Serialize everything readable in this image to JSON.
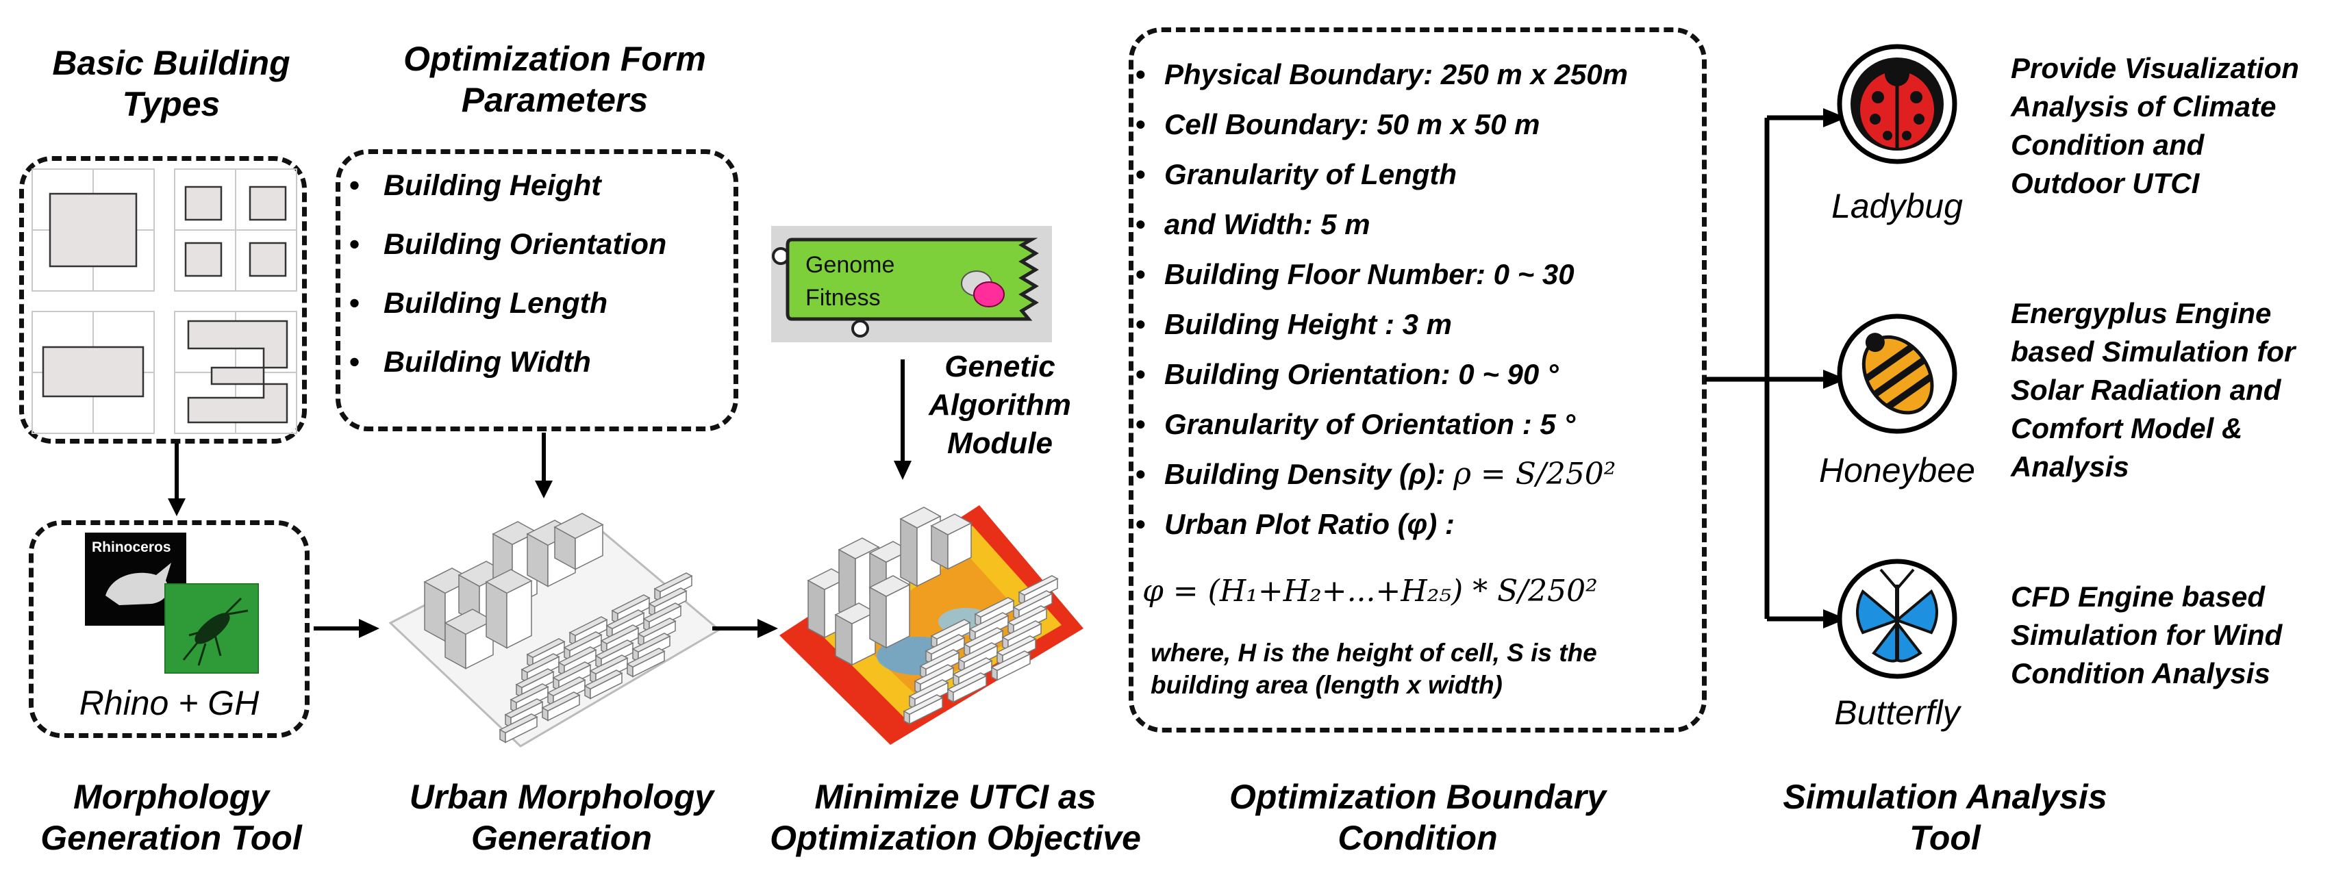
{
  "stage1": {
    "title_line1": "Basic Building",
    "title_line2": "Types",
    "caption_line1": "Morphology",
    "caption_line2": "Generation Tool",
    "tool_label": "Rhino + GH",
    "rhino_logo_text": "Rhinoceros"
  },
  "stage2": {
    "title_line1": "Optimization Form",
    "title_line2": "Parameters",
    "params": [
      "Building Height",
      "Building Orientation",
      "Building Length",
      "Building Width"
    ],
    "caption_line1": "Urban Morphology",
    "caption_line2": "Generation"
  },
  "stage3": {
    "component_outputs": [
      "Genome",
      "Fitness"
    ],
    "module_line1": "Genetic",
    "module_line2": "Algorithm",
    "module_line3": "Module",
    "caption_line1": "Minimize UTCI as",
    "caption_line2": "Optimization Objective"
  },
  "stage4": {
    "conditions": [
      "Physical Boundary:  250 m x 250m",
      "Cell Boundary:  50 m x 50 m",
      "Granularity of Length",
      "and Width: 5 m",
      "Building Floor Number: 0 ~ 30",
      "Building Height : 3 m",
      "Building Orientation:  0  ~ 90 °",
      "Granularity of Orientation :  5 °"
    ],
    "density_label": "Building Density (ρ):",
    "density_formula": "ρ = S/250²",
    "plot_ratio_label": "Urban Plot Ratio (φ) :",
    "plot_ratio_formula": "φ = (H₁+H₂+...+H₂₅) * S/250²",
    "note_line1": "where, H is the height of cell, S is the",
    "note_line2": "building area (length x width)",
    "caption_line1": "Optimization Boundary",
    "caption_line2": "Condition"
  },
  "stage5": {
    "tools": [
      {
        "name": "Ladybug",
        "icon": "ladybug-icon",
        "description": [
          "Provide Visualization",
          "Analysis of Climate",
          "Condition and",
          "Outdoor UTCI"
        ]
      },
      {
        "name": "Honeybee",
        "icon": "honeybee-icon",
        "description": [
          "Energyplus Engine",
          "based Simulation for",
          "Solar Radiation and",
          "Comfort Model &",
          "Analysis"
        ]
      },
      {
        "name": "Butterfly",
        "icon": "butterfly-icon",
        "description": [
          "CFD Engine based",
          "Simulation for Wind",
          "Condition Analysis"
        ]
      }
    ],
    "caption_line1": "Simulation Analysis",
    "caption_line2": "Tool"
  },
  "colors": {
    "component_green": "#7ed03a",
    "ladybug_red": "#e02020",
    "honeybee_orange": "#f2a51c",
    "butterfly_blue": "#1e90e0",
    "heat_red": "#e83018",
    "heat_yellow": "#f7d020"
  }
}
